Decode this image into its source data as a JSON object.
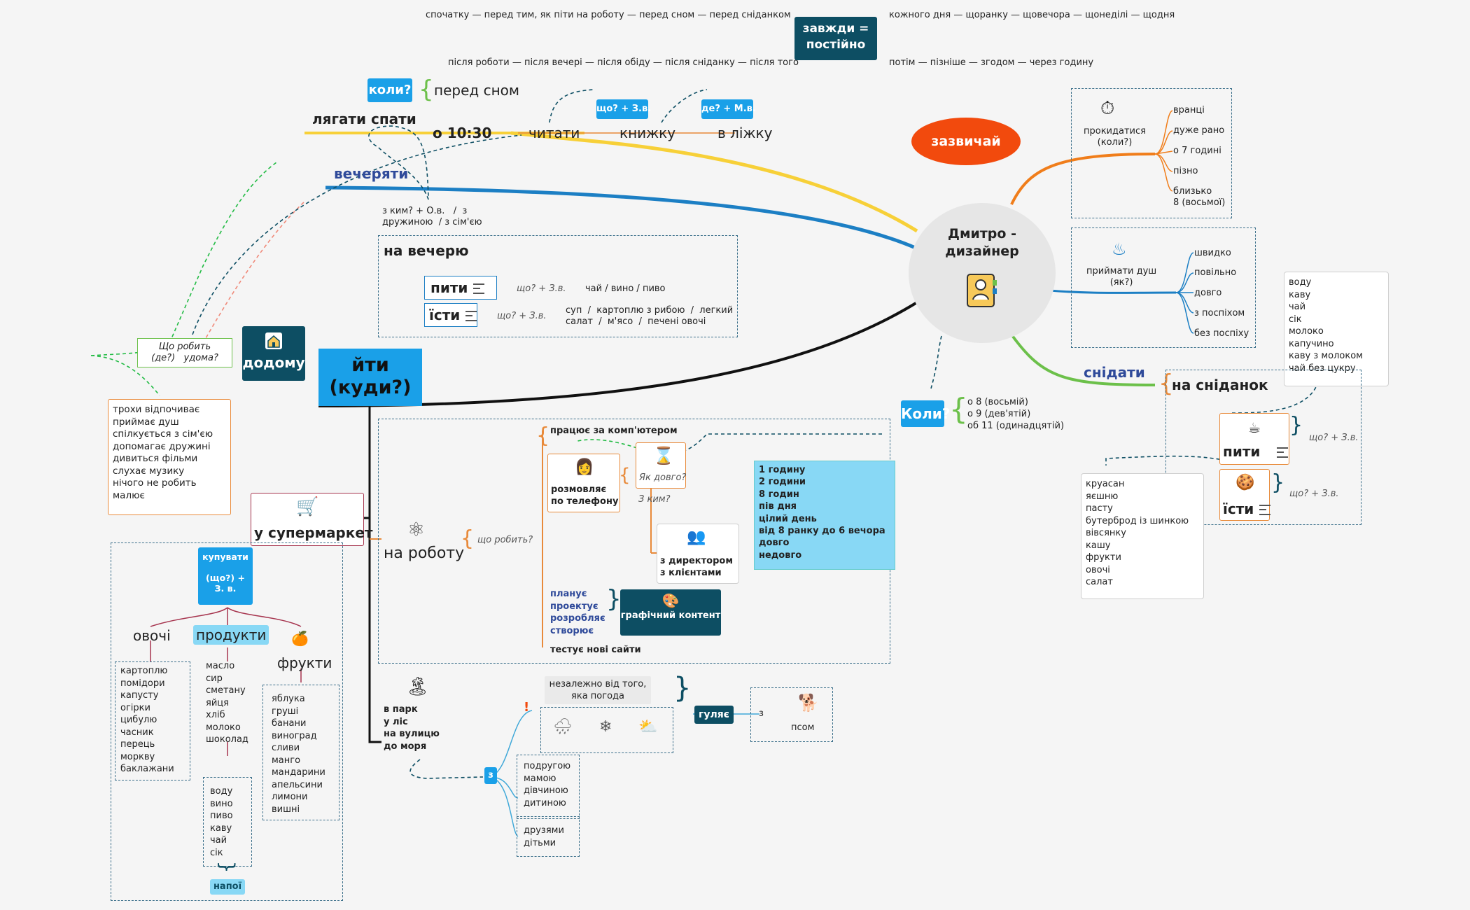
{
  "center": {
    "title_line1": "Дмитро -",
    "title_line2": "дизайнер"
  },
  "zazvychai": "зазвичай",
  "always": {
    "box_line1": "завжди =",
    "box_line2": "постійно",
    "top_left": "спочатку — перед тим, як піти на роботу — перед сном — перед сніданком",
    "top_right": "кожного дня — щоранку — щовечора — щонеділі — щодня",
    "bottom_left": "після роботи — після вечері — після обіду — після сніданку — після того",
    "bottom_right": "потім — пізніше — згодом — через годину"
  },
  "sleep": {
    "koly": "коли?",
    "koly_value": "перед сном",
    "verb": "лягати спати",
    "time": "о 10:30",
    "read": "читати",
    "book": "книжку",
    "bed": "в ліжку",
    "what_tag": "що? + З.в.",
    "where_tag": "де? + М.в."
  },
  "dinner": {
    "verb": "вечеряти",
    "with": "з ким? + О.в.   /  з\nдружиною  / з сім'єю",
    "topic": "на вечерю",
    "drink": "пити",
    "eat": "їсти",
    "drink_q": "що? + З.в.",
    "eat_q": "що? + З.в.",
    "drink_items": "чай  /  вино  /   пиво",
    "eat_items": "суп  /  картоплю з рибою  /  легкий\nсалат  /  м'ясо  /  печені овочі"
  },
  "home": {
    "label": "додому",
    "q": "Що робить\n(де?)   удома?",
    "list": "трохи відпочиває\nприймає душ\nспілкується з сім'єю\nдопомагає дружині\nдивиться фільми\nслухає музику\nнічого не робить\nмалює"
  },
  "go": {
    "line1": "йти",
    "line2": "(куди?)"
  },
  "wake": {
    "label": "прокидатися\n(коли?)",
    "items": [
      "вранці",
      "дуже рано",
      "о 7 годині",
      "пізно",
      "близько\n8 (восьмої)"
    ]
  },
  "shower": {
    "label": "приймати душ\n(як?)",
    "items": [
      "швидко",
      "повільно",
      "довго",
      "з поспіхом",
      "без поспіху"
    ]
  },
  "breakfast": {
    "verb": "снідати",
    "topic": "на сніданок",
    "drink": "пити",
    "eat": "їсти",
    "drink_q": "що? + З.в.",
    "eat_q": "що? + З.в.",
    "drinks": "воду\nкаву\nчай\nсік\nмолоко\nкапучино\nкаву з молоком\nчай без цукру",
    "foods": "круасан\nяєшню\nпасту\nбутерброд із шинкою\nвівсянку\nкашу\nфрукти\nовочі\nсалат"
  },
  "when": {
    "label": "Коли?",
    "list": "о 8 (восьмій)\nо 9 (дев'ятій)\nоб 11 (одинадцятій)"
  },
  "work": {
    "label": "на роботу",
    "q": "що робить?",
    "computer": "працює за комп'ютером",
    "phone": "розмовляє\nпо телефону",
    "how_long": "Як довго?",
    "with_whom": "З ким?",
    "director": "з директором\nз клієнтами",
    "durations": "1 годину\n2 години\n8 годин\nпів дня\nцілий день\nвід 8 ранку до 6 вечора\nдовго\nнедовго",
    "plans": "планує\nпроектує\nрозробляє\nстворює",
    "graphic": "графічний контент",
    "tests": "тестує нові сайти"
  },
  "market": {
    "label": "у супермаркет",
    "buy": "купувати\n\n(що?) +\nЗ. в.",
    "veg": "овочі",
    "prod": "продукти",
    "fruit": "фрукти",
    "veg_list": "картоплю\nпомідори\nкапусту\nогірки\nцибулю\nчасник\nперець\nморкву\nбаклажани",
    "prod_list": "масло\nсир\nсметану\nяйця\nхліб\nмолоко\nшоколад",
    "fruit_list": "яблука\nгруші\nбанани\nвиноград\nсливи\nманго\nмандарини\nапельсини\nлимони\nвишні",
    "drinks_list": "воду\nвино\nпиво\nкаву\nчай\nсік",
    "drinks_tag": "напої"
  },
  "park": {
    "places": "в парк\nу ліс\nна вулицю\nдо моря",
    "z": "з",
    "weather": "незалежно від того,\nяка погода",
    "walks": "гуляє",
    "z2": "з",
    "dog": "псом",
    "people": "подругою\nмамою\nдівчиною\nдитиною",
    "kids": "друзями\nдітьми",
    "mark": "!"
  },
  "colors": {
    "yellow": "#f7d038",
    "blue": "#1c7fc4",
    "black": "#111111",
    "orange": "#f07d1a",
    "green": "#6cc04a",
    "red": "#f24a0d",
    "dark": "#0d4e63"
  }
}
